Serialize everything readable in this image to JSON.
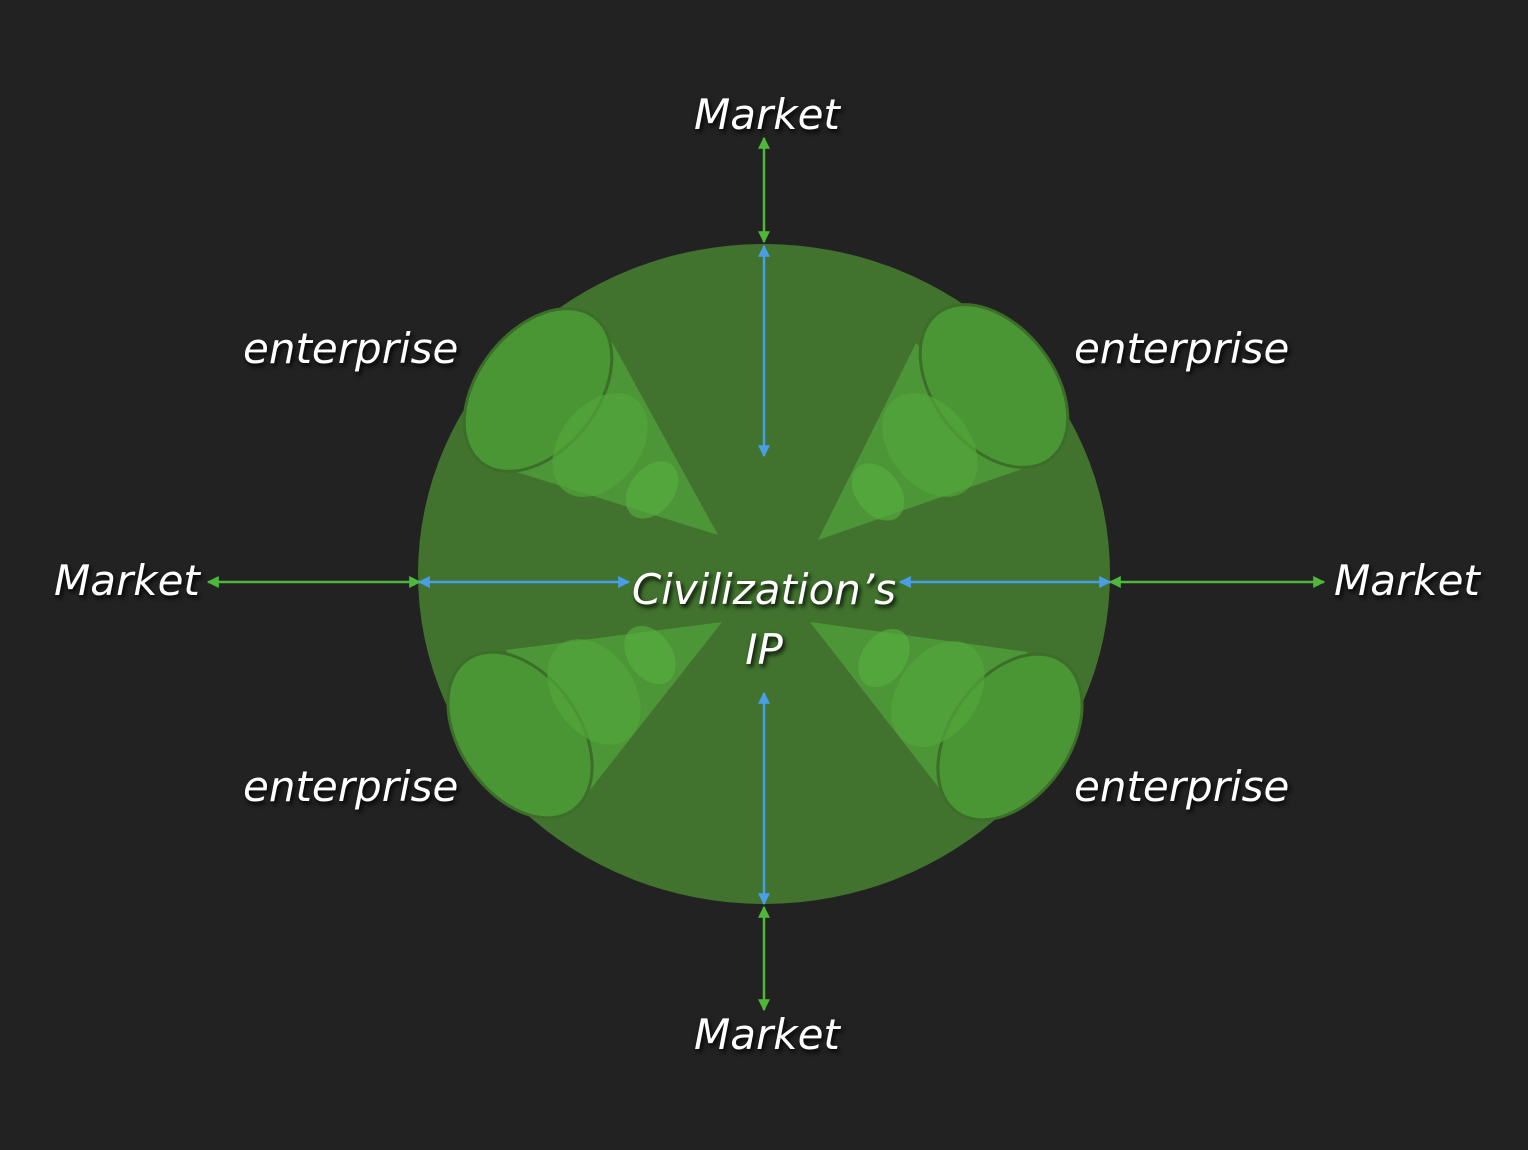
{
  "diagram": {
    "center_label": {
      "line1": "Civilization’s",
      "line2": "IP"
    },
    "markets": {
      "top": "Market",
      "bottom": "Market",
      "left": "Market",
      "right": "Market"
    },
    "enterprises": {
      "top_left": "enterprise",
      "top_right": "enterprise",
      "bottom_left": "enterprise",
      "bottom_right": "enterprise"
    },
    "colors": {
      "background": "#222222",
      "circle": "#41732e",
      "cone": "#4e9a38",
      "outer_arrow": "#4fb83a",
      "inner_arrow": "#4a9ee8",
      "text": "#ffffff"
    }
  }
}
